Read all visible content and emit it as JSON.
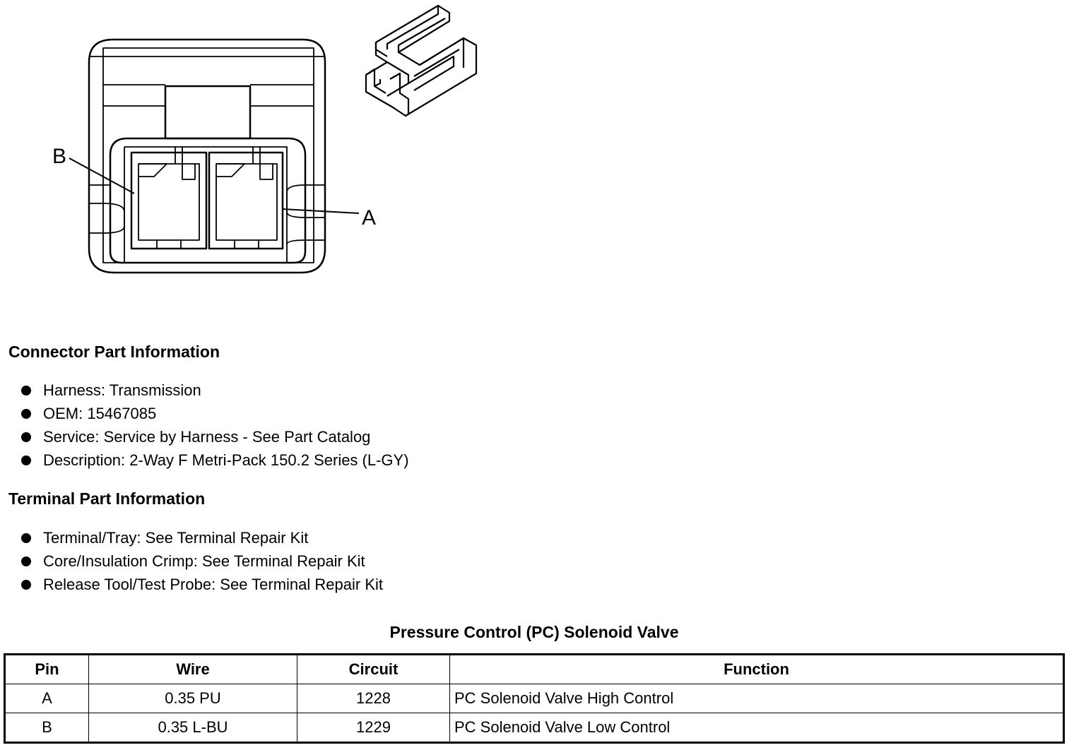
{
  "diagram": {
    "label_b": "B",
    "label_a": "A"
  },
  "connector_info": {
    "title": "Connector Part Information",
    "items": [
      "Harness: Transmission",
      "OEM: 15467085",
      "Service: Service by Harness - See Part Catalog",
      "Description: 2-Way F Metri-Pack 150.2 Series (L-GY)"
    ]
  },
  "terminal_info": {
    "title": "Terminal Part Information",
    "items": [
      "Terminal/Tray: See Terminal Repair Kit",
      "Core/Insulation Crimp: See Terminal Repair Kit",
      "Release Tool/Test Probe: See Terminal Repair Kit"
    ]
  },
  "pin_table": {
    "title": "Pressure Control (PC) Solenoid Valve",
    "headers": [
      "Pin",
      "Wire",
      "Circuit",
      "Function"
    ],
    "rows": [
      [
        "A",
        "0.35 PU",
        "1228",
        "PC Solenoid Valve High Control"
      ],
      [
        "B",
        "0.35 L-BU",
        "1229",
        "PC Solenoid Valve Low Control"
      ]
    ]
  }
}
